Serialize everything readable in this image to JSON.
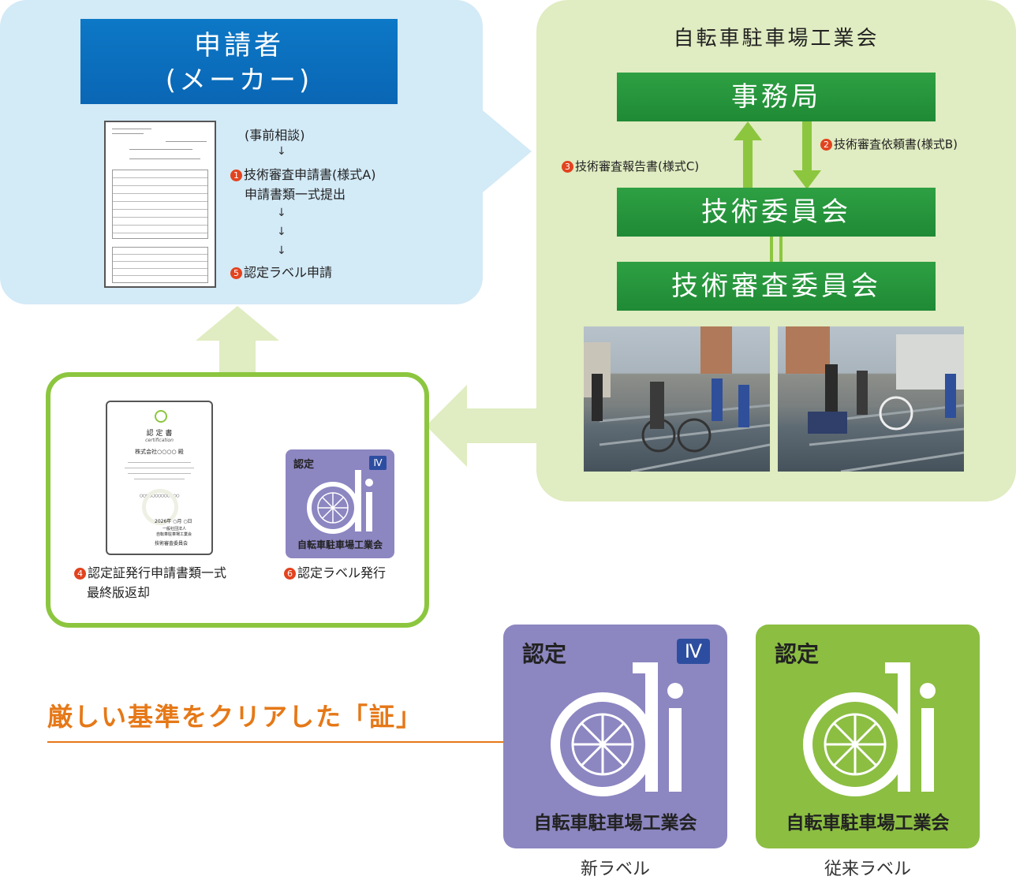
{
  "applicant": {
    "line1": "申請者",
    "line2": "(メーカー)"
  },
  "steps": {
    "pre": "(事前相談)",
    "s1_num": "1",
    "s1_text": "技術審査申請書(様式A)",
    "s1_sub": "申請書類一式提出",
    "s5_num": "5",
    "s5_text": "認定ラベル申請",
    "arrow": "↓"
  },
  "association": {
    "title": "自転車駐車場工業会",
    "office": "事務局",
    "tech_committee": "技術委員会",
    "review_committee": "技術審査委員会",
    "s2_num": "2",
    "s2_text": "技術審査依頼書(様式B)",
    "s3_num": "3",
    "s3_text": "技術審査報告書(様式C)"
  },
  "certificate": {
    "title": "認 定 書",
    "subtitle": "certification",
    "company": "株式会社○○○○ 殿",
    "name_line": "○○○○○○○○○○○○○",
    "date": "2026年 ○月 ○日",
    "issuer1": "一般社団法人",
    "issuer2": "自転車駐車場工業会",
    "issuer3": "技術審査委員会",
    "s4_num": "4",
    "s4_text": "認定証発行申請書類一式",
    "s4_sub": "最終版返却",
    "s6_num": "6",
    "s6_text": "認定ラベル発行"
  },
  "labels": {
    "nintei": "認定",
    "grade": "Ⅳ",
    "org": "自転車駐車場工業会",
    "new_caption": "新ラベル",
    "old_caption": "従来ラベル"
  },
  "tagline": "厳しい基準をクリアした「証」",
  "colors": {
    "blue": "#0c78c6",
    "light_blue": "#d3eaf7",
    "green": "#2ea043",
    "light_green": "#e0ecc1",
    "lime": "#8cc63f",
    "purple": "#8c86c1",
    "orange": "#e67817",
    "badge_red": "#e2431f"
  }
}
